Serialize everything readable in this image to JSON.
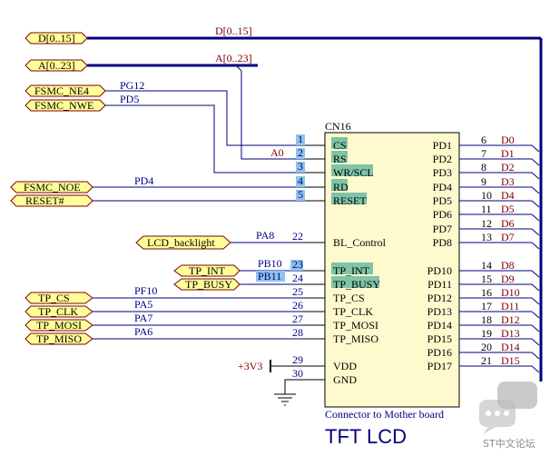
{
  "buses": [
    {
      "label": "D[0..15]",
      "net": "D[0..15]"
    },
    {
      "label": "A[0..23]",
      "net": "A[0..23]"
    }
  ],
  "left_ports": [
    {
      "label": "FSMC_NE4",
      "net": "PG12"
    },
    {
      "label": "FSMC_NWE",
      "net": "PD5"
    },
    {
      "label": "FSMC_NOE",
      "net": "PD4"
    },
    {
      "label": "RESET#",
      "net": ""
    },
    {
      "label": "LCD_backlight",
      "net": "PA8"
    },
    {
      "label": "TP_INT",
      "net": "PB10"
    },
    {
      "label": "TP_BUSY",
      "net": "PB11"
    },
    {
      "label": "TP_CS",
      "net": "PF10"
    },
    {
      "label": "TP_CLK",
      "net": "PA5"
    },
    {
      "label": "TP_MOSI",
      "net": "PA7"
    },
    {
      "label": "TP_MISO",
      "net": "PA6"
    }
  ],
  "a0_label": "A0",
  "component": {
    "ref": "CN16",
    "caption": "Connector to Mother board",
    "title": "TFT LCD",
    "left_pins": [
      {
        "num": "1",
        "name": "CS"
      },
      {
        "num": "2",
        "name": "RS"
      },
      {
        "num": "3",
        "name": "WR/SCL"
      },
      {
        "num": "4",
        "name": "RD"
      },
      {
        "num": "5",
        "name": "RESET"
      },
      {
        "num": "22",
        "name": "BL_Control"
      },
      {
        "num": "23",
        "name": "TP_INT"
      },
      {
        "num": "24",
        "name": "TP_BUSY"
      },
      {
        "num": "25",
        "name": "TP_CS"
      },
      {
        "num": "26",
        "name": "TP_CLK"
      },
      {
        "num": "27",
        "name": "TP_MOSI"
      },
      {
        "num": "28",
        "name": "TP_MISO"
      },
      {
        "num": "29",
        "name": "VDD"
      },
      {
        "num": "30",
        "name": "GND"
      }
    ],
    "right_pins": [
      {
        "num": "6",
        "name": "PD1",
        "net": "D0"
      },
      {
        "num": "7",
        "name": "PD2",
        "net": "D1"
      },
      {
        "num": "8",
        "name": "PD3",
        "net": "D2"
      },
      {
        "num": "9",
        "name": "PD4",
        "net": "D3"
      },
      {
        "num": "10",
        "name": "PD5",
        "net": "D4"
      },
      {
        "num": "11",
        "name": "PD6",
        "net": "D5"
      },
      {
        "num": "12",
        "name": "PD7",
        "net": "D6"
      },
      {
        "num": "13",
        "name": "PD8",
        "net": "D7"
      },
      {
        "num": "14",
        "name": "PD10",
        "net": "D8"
      },
      {
        "num": "15",
        "name": "PD11",
        "net": "D9"
      },
      {
        "num": "16",
        "name": "PD12",
        "net": "D10"
      },
      {
        "num": "17",
        "name": "PD13",
        "net": "D11"
      },
      {
        "num": "18",
        "name": "PD14",
        "net": "D12"
      },
      {
        "num": "19",
        "name": "PD15",
        "net": "D13"
      },
      {
        "num": "20",
        "name": "PD16",
        "net": "D14"
      },
      {
        "num": "21",
        "name": "PD17",
        "net": "D15"
      }
    ]
  },
  "power": {
    "label": "+3V3"
  },
  "watermark": {
    "text": "ST中文论坛"
  },
  "colors": {
    "bus": "#000080",
    "port_fill": "#ffff99",
    "port_stroke": "#800000",
    "component_fill": "#fffacd",
    "highlight": "#7fc4a8",
    "highlight_blue": "#8fc3ea"
  }
}
